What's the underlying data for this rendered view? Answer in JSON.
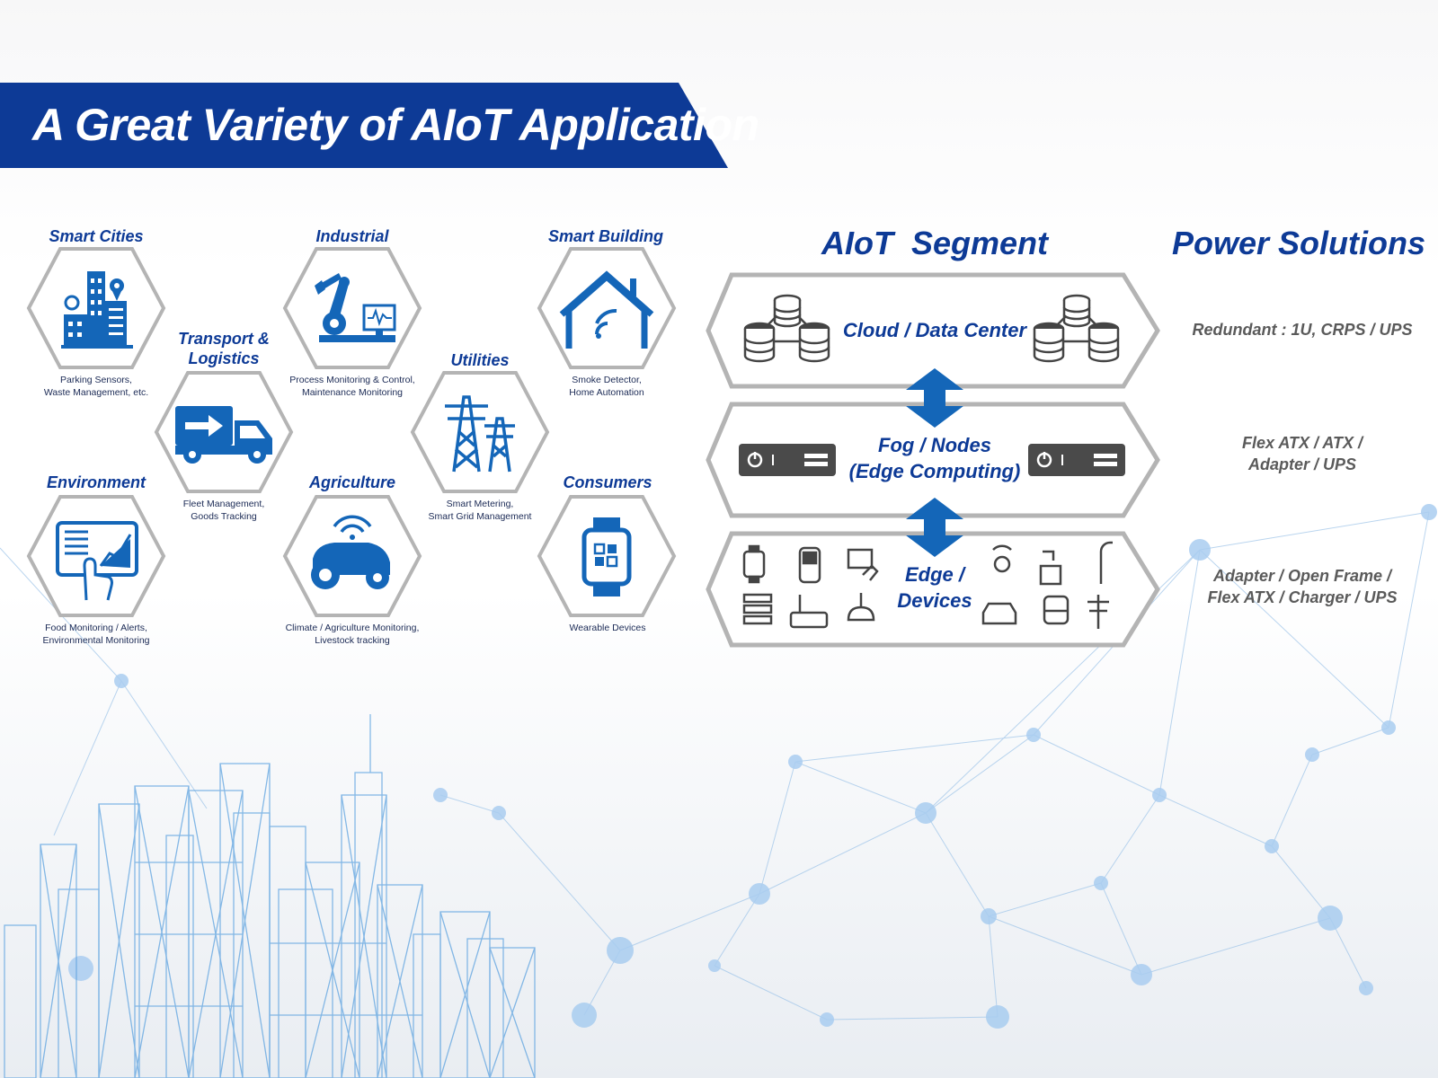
{
  "title": "A Great Variety of AIoT Application",
  "categories": [
    {
      "name": "Smart Cities",
      "desc": [
        "Parking Sensors,",
        "Waste Management, etc."
      ],
      "icon": "city-buildings-icon"
    },
    {
      "name": "Industrial",
      "desc": [
        "Process Monitoring & Control,",
        "Maintenance Monitoring"
      ],
      "icon": "robot-arm-icon"
    },
    {
      "name": "Smart Building",
      "desc": [
        "Smoke Detector,",
        "Home Automation"
      ],
      "icon": "smart-home-icon"
    },
    {
      "name": "Transport &",
      "name2": "Logistics",
      "desc": [
        "Fleet Management,",
        "Goods Tracking"
      ],
      "icon": "delivery-truck-icon"
    },
    {
      "name": "Utilities",
      "desc": [
        "Smart Metering,",
        "Smart Grid Management"
      ],
      "icon": "power-tower-icon"
    },
    {
      "name": "Environment",
      "desc": [
        "Food Monitoring / Alerts,",
        "Environmental Monitoring"
      ],
      "icon": "tablet-chart-icon"
    },
    {
      "name": "Agriculture",
      "desc": [
        "Climate / Agriculture Monitoring,",
        "Livestock tracking"
      ],
      "icon": "autonomous-tractor-icon"
    },
    {
      "name": "Consumers",
      "desc": [
        "Wearable Devices"
      ],
      "icon": "smartwatch-icon"
    }
  ],
  "segment": {
    "heading": "AIoT  Segment",
    "levels": [
      {
        "label": [
          "Cloud / Data Center"
        ],
        "icon": "database-cluster-icon"
      },
      {
        "label": [
          "Fog / Nodes",
          "(Edge Computing)"
        ],
        "icon": "network-switch-icon"
      },
      {
        "label": [
          "Edge /",
          "Devices"
        ],
        "icon": "edge-device-icons"
      }
    ]
  },
  "power": {
    "heading": "Power Solutions",
    "items": [
      [
        "Redundant : 1U, CRPS / UPS"
      ],
      [
        "Flex ATX / ATX /",
        "Adapter / UPS"
      ],
      [
        "Adapter / Open Frame /",
        "Flex ATX / Charger / UPS"
      ]
    ]
  },
  "colors": {
    "brand_blue": "#0d3a96",
    "icon_blue": "#1466b8",
    "hex_border": "#b4b4b4",
    "dark_gray": "#444444"
  }
}
